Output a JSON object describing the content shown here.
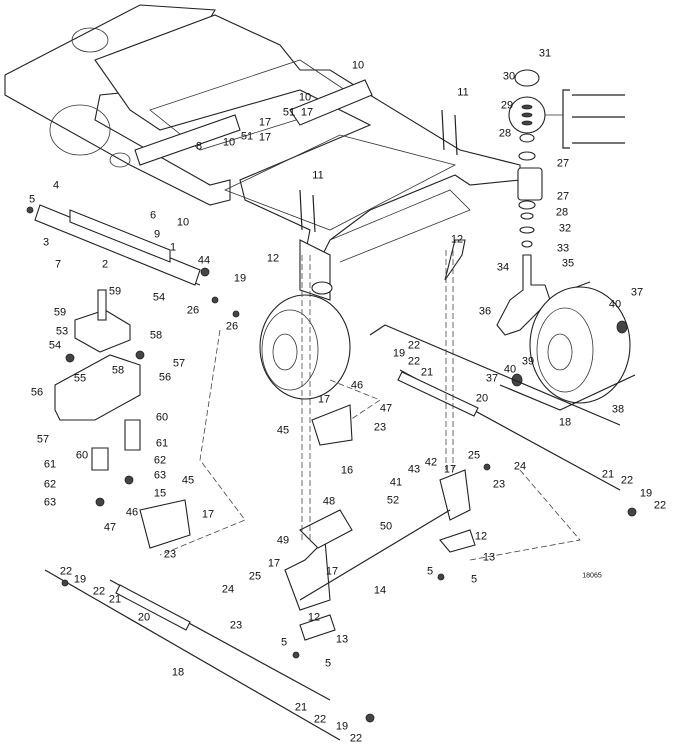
{
  "figure": {
    "reference_number": "18065",
    "callouts": [
      "31",
      "30",
      "29",
      "28",
      "27",
      "27",
      "28",
      "32",
      "33",
      "34",
      "35",
      "36",
      "40",
      "37",
      "39",
      "40",
      "37",
      "38",
      "18",
      "20",
      "21",
      "22",
      "19",
      "22",
      "46",
      "47",
      "23",
      "17",
      "45",
      "16",
      "12",
      "12",
      "11",
      "11",
      "10",
      "10",
      "51",
      "17",
      "17",
      "51",
      "10",
      "17",
      "8",
      "4",
      "5",
      "3",
      "7",
      "2",
      "1",
      "6",
      "9",
      "10",
      "44",
      "19",
      "26",
      "26",
      "59",
      "54",
      "59",
      "53",
      "54",
      "58",
      "58",
      "57",
      "56",
      "55",
      "56",
      "57",
      "60",
      "61",
      "60",
      "61",
      "62",
      "63",
      "62",
      "63",
      "15",
      "45",
      "17",
      "46",
      "47",
      "23",
      "22",
      "19",
      "22",
      "21",
      "20",
      "18",
      "24",
      "25",
      "23",
      "17",
      "49",
      "17",
      "48",
      "50",
      "14",
      "12",
      "13",
      "5",
      "5",
      "12",
      "13",
      "5",
      "5",
      "41",
      "43",
      "42",
      "52",
      "17",
      "25",
      "24",
      "23",
      "21",
      "22",
      "19",
      "22",
      "21",
      "22",
      "19",
      "22"
    ]
  }
}
